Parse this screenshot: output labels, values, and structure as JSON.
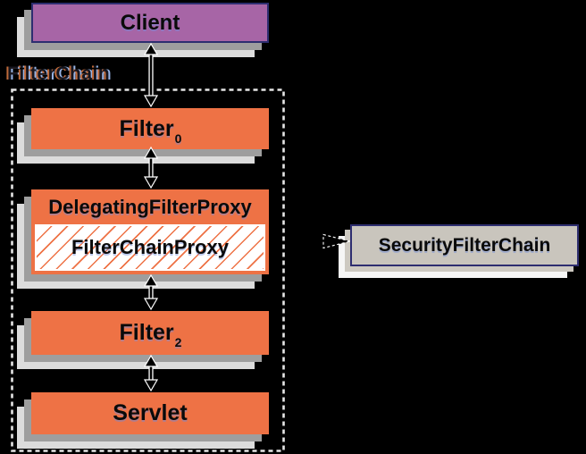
{
  "labels": {
    "filter_chain": "FilterChain"
  },
  "nodes": {
    "client": {
      "label": "Client"
    },
    "filter0": {
      "label": "Filter",
      "subscript": "0"
    },
    "delegating_filter_proxy": {
      "label": "DelegatingFilterProxy"
    },
    "filter_chain_proxy": {
      "label": "FilterChainProxy"
    },
    "filter2": {
      "label": "Filter",
      "subscript": "2"
    },
    "servlet": {
      "label": "Servlet"
    },
    "security_filter_chain": {
      "label": "SecurityFilterChain"
    }
  },
  "colors": {
    "background": "#000000",
    "orange_box": "#ee7245",
    "client_purple": "#a765a6",
    "navy_border": "#2e2e70",
    "security_chain_fill": "#c9c5bd",
    "shadow_mid": "#9e9e9e",
    "shadow_light": "#dcdcdc",
    "hatch_line": "#ee7245",
    "dashed_border": "#e6e6e6",
    "label_fringe_left": "#bf6a3a",
    "label_fringe_right": "#97b4e4"
  }
}
